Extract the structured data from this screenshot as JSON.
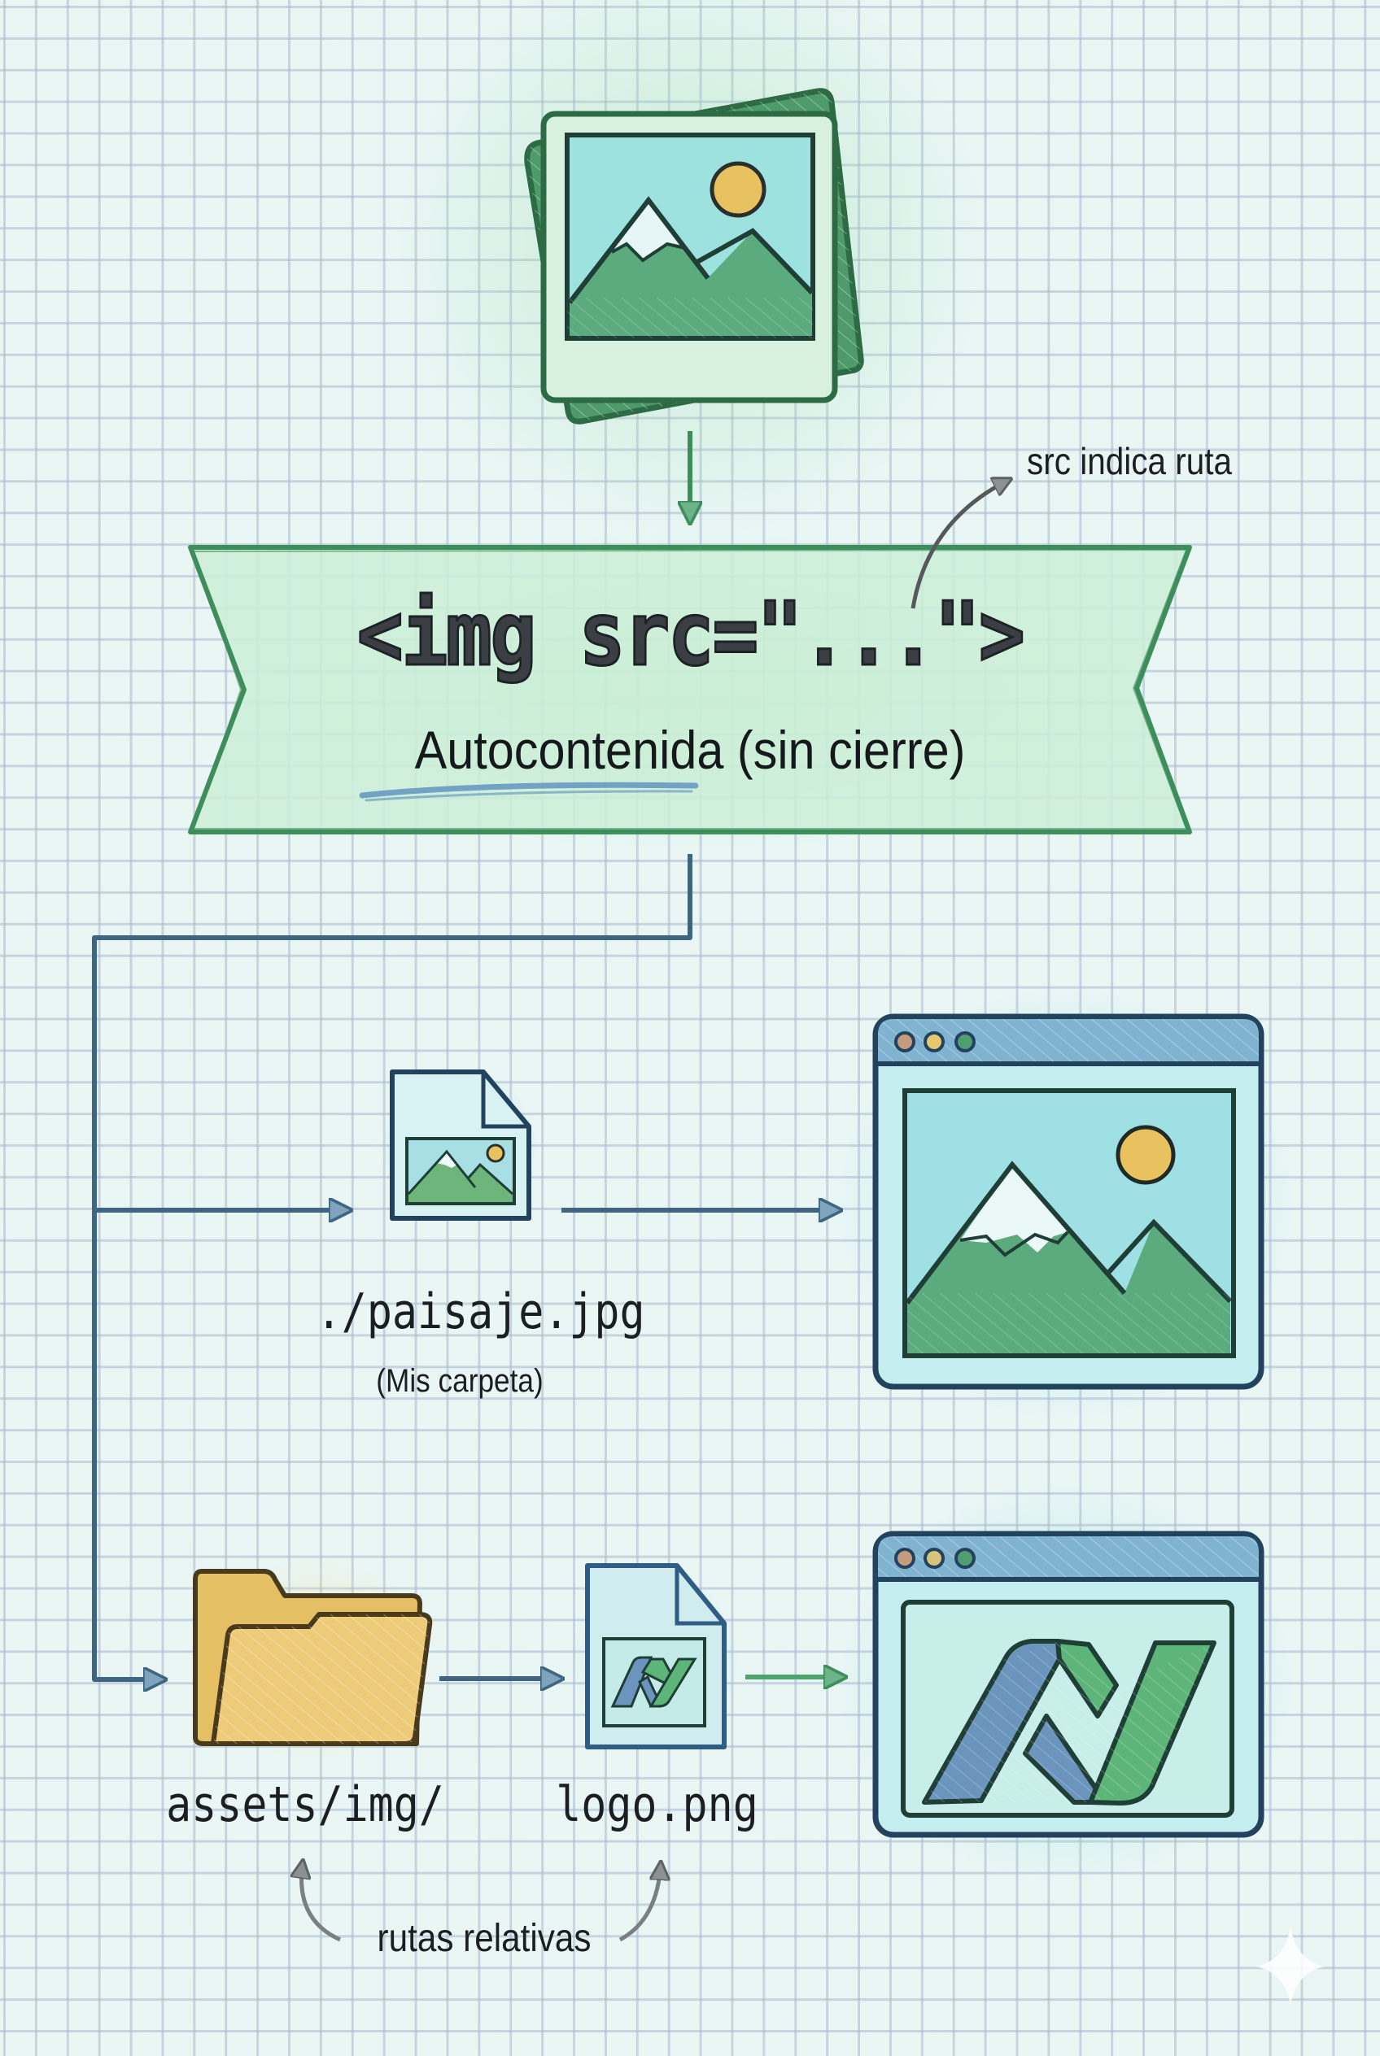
{
  "diagram": {
    "title_code": "<img src=\"...\">",
    "subtitle": "Autocontenida (sin cierre)",
    "annotation_src": "src indica ruta",
    "annotation_relative": "rutas relativas",
    "nodes": {
      "source_image": {
        "icon": "photo-stack-icon"
      },
      "file_local": {
        "label": "./paisaje.jpg",
        "sublabel": "(Mis carpeta)",
        "icon": "image-file-icon"
      },
      "folder": {
        "label": "assets/img/",
        "icon": "folder-icon"
      },
      "file_logo": {
        "label": "logo.png",
        "icon": "logo-file-icon"
      },
      "browser_landscape": {
        "icon": "browser-window-landscape-icon"
      },
      "browser_logo": {
        "icon": "browser-window-logo-icon"
      }
    },
    "edges": [
      {
        "from": "source_image",
        "to": "banner"
      },
      {
        "from": "banner",
        "to": "file_local"
      },
      {
        "from": "banner",
        "to": "folder"
      },
      {
        "from": "file_local",
        "to": "browser_landscape"
      },
      {
        "from": "folder",
        "to": "file_logo"
      },
      {
        "from": "file_logo",
        "to": "browser_logo"
      }
    ],
    "colors": {
      "green_stroke": "#3e8e5c",
      "dark_green": "#2c6b44",
      "navy_stroke": "#23425e",
      "blue_line": "#3f6680",
      "sky": "#8fdbe0",
      "mountain_green": "#5cab7e",
      "sun": "#e8c25e",
      "folder_yellow": "#e9c56b",
      "logo_blue": "#6b95bd",
      "logo_green": "#5db57a",
      "banner_fill": "#cdeed7"
    }
  }
}
